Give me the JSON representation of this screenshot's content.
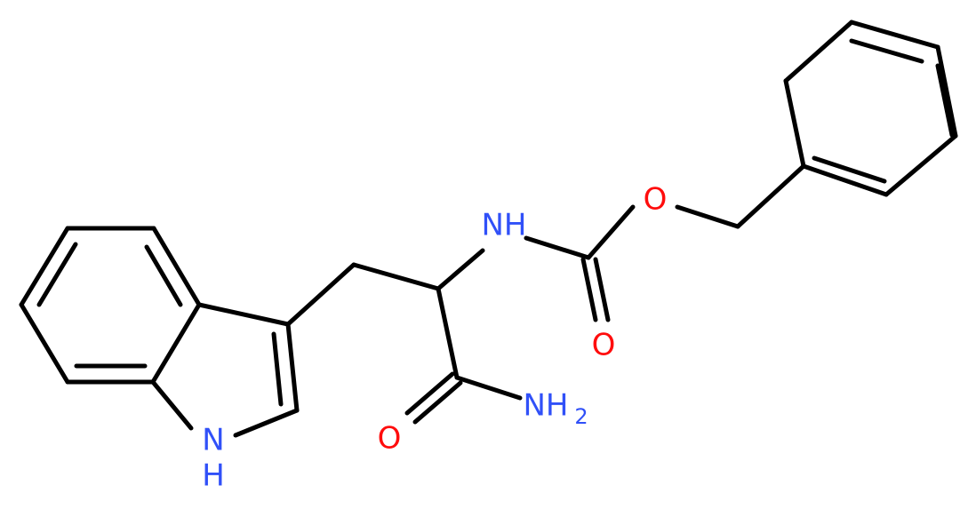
{
  "molecule": {
    "atoms": {
      "nh_carbamate": {
        "text": "NH",
        "color": "#3050F8"
      },
      "o_ester": {
        "text": "O",
        "color": "#FF0D0D"
      },
      "o_carbamate_carbonyl": {
        "text": "O",
        "color": "#FF0D0D"
      },
      "o_amide_carbonyl": {
        "text": "O",
        "color": "#FF0D0D"
      },
      "nh2_amide": {
        "text": "NH",
        "subscript": "2",
        "color": "#3050F8"
      },
      "nh_indole_n": {
        "text": "N",
        "color": "#3050F8"
      },
      "nh_indole_h": {
        "text": "H",
        "color": "#3050F8"
      }
    },
    "bond_color": "#000000"
  }
}
